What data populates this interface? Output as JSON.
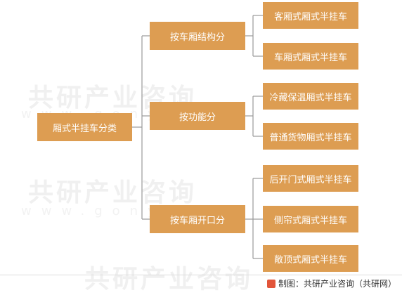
{
  "diagram": {
    "root": "厢式半挂车分类",
    "categories": [
      {
        "label": "按车厢结构分",
        "children": [
          "客厢式厢式半挂车",
          "车厢式厢式半挂车"
        ]
      },
      {
        "label": "按功能分",
        "children": [
          "冷藏保温厢式半挂车",
          "普通货物厢式半挂车"
        ]
      },
      {
        "label": "按车厢开口分",
        "children": [
          "后开门式厢式半挂车",
          "侧帘式厢式半挂车",
          "敞顶式厢式半挂车"
        ]
      }
    ]
  },
  "watermark": {
    "brand": "共研产业咨询",
    "url": "www.gonyn.com"
  },
  "footer": {
    "source": "制图：共研产业咨询（共研网）"
  },
  "colors": {
    "node_fill": "#dd9d52",
    "line": "#9a9a9a",
    "text": "#ffffff"
  }
}
